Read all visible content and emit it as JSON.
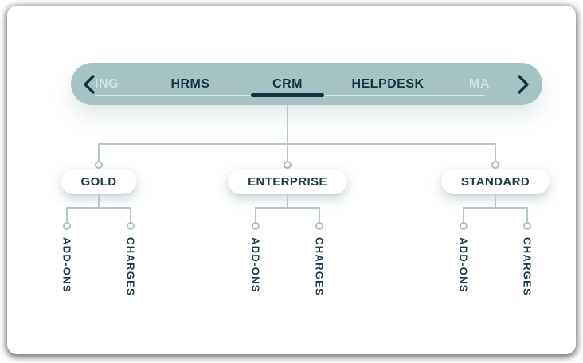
{
  "theme": {
    "canvas_bg": "#ffffff",
    "card_bg": "#ffffff",
    "tabbar_bg": "#a6c2c3",
    "ink_dark": "#143340",
    "tab_faded": "#d4e2e2",
    "track_line": "rgba(255,255,255,0.55)",
    "connector": "#b4c8cb",
    "ring_stroke": "#a8c0c5",
    "node_text": "#1b3a47"
  },
  "tabbar": {
    "prev_tab_partial": "ING",
    "next_tab_partial": "MA",
    "tabs": [
      {
        "label": "HRMS",
        "active": false
      },
      {
        "label": "CRM",
        "active": true
      },
      {
        "label": "HELPDESK",
        "active": false
      }
    ]
  },
  "tree": {
    "plans": [
      {
        "label": "GOLD",
        "children": [
          "ADD-ONS",
          "CHARGES"
        ]
      },
      {
        "label": "ENTERPRISE",
        "children": [
          "ADD-ONS",
          "CHARGES"
        ]
      },
      {
        "label": "STANDARD",
        "children": [
          "ADD-ONS",
          "CHARGES"
        ]
      }
    ]
  }
}
